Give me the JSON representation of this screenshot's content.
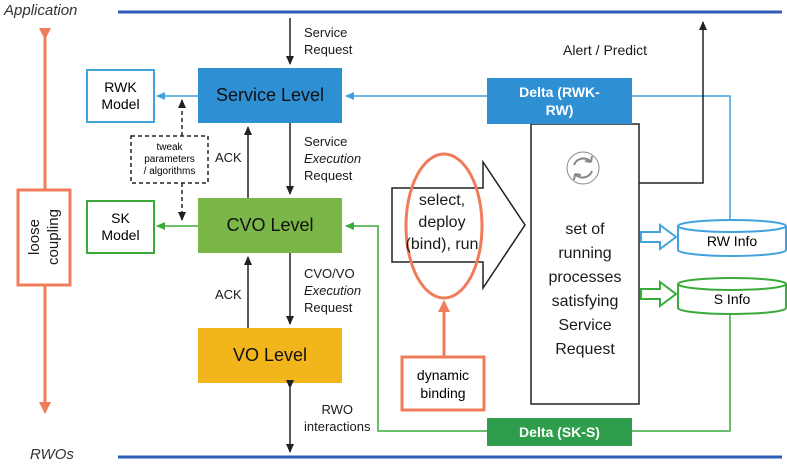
{
  "layers": {
    "top": "Application",
    "bottom": "RWOs"
  },
  "coupling": "loose coupling",
  "levels": {
    "service": "Service Level",
    "cvo": "CVO Level",
    "vo": "VO Level"
  },
  "models": {
    "rwk": [
      "RWK",
      "Model"
    ],
    "sk": [
      "SK",
      "Model"
    ]
  },
  "tweak": [
    "tweak",
    "parameters",
    "/ algorithms"
  ],
  "ack": "ACK",
  "requests": {
    "service_request": [
      "Service",
      "Request"
    ],
    "service_exec": [
      "Service",
      "Execution",
      "Request"
    ],
    "cvo_exec": [
      "CVO/VO",
      "Execution",
      "Request"
    ],
    "rwo_interactions": [
      "RWO",
      "interactions"
    ]
  },
  "select_arrow": [
    "select,",
    "deploy",
    "(bind), run"
  ],
  "dynamic_binding": [
    "dynamic",
    "binding"
  ],
  "alert_predict": "Alert / Predict",
  "delta_rwk": [
    "Delta (RWK-",
    "RW)"
  ],
  "delta_sk": "Delta (SK-S)",
  "running_processes": [
    "set of",
    "running",
    "processes",
    "satisfying",
    "Service",
    "Request"
  ],
  "info": {
    "rw": "RW Info",
    "s": "S Info"
  },
  "colors": {
    "blue_line": "#2e5cb8",
    "service_fill": "#2f8fd3",
    "cvo_fill": "#7ab648",
    "vo_fill": "#f2b51b",
    "delta_green": "#2e9e4c",
    "orange": "#f07c5a",
    "light_blue_line": "#41a2dc",
    "green_line": "#3aaa3a"
  }
}
